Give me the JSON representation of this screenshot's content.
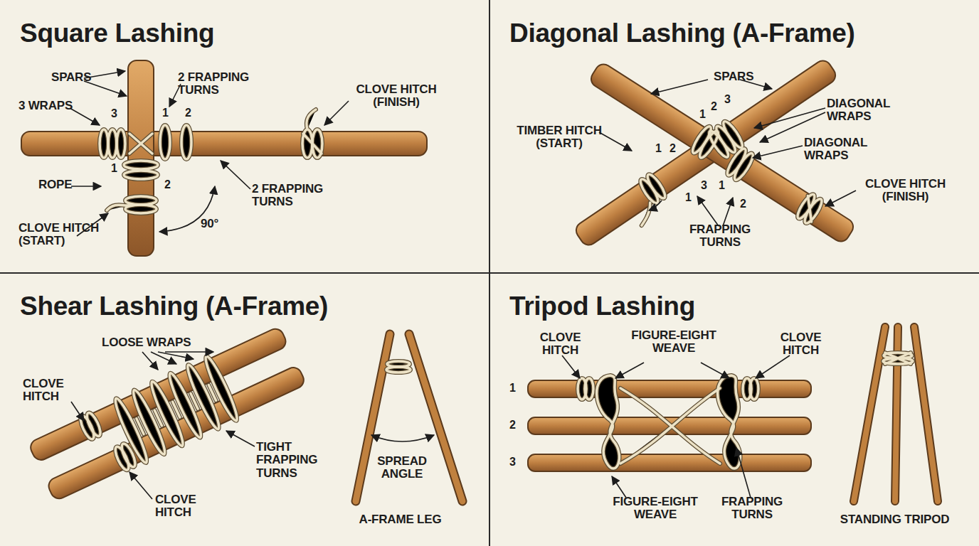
{
  "diagram": {
    "nodes": [
      {
        "text": [
          "Square Lashing"
        ]
      },
      {
        "text": [
          "Diagonal Lashing (A-Frame)"
        ]
      },
      {
        "text": [
          "Shear Lashing (A-Frame)"
        ]
      },
      {
        "text": [
          "Tripod Lashing"
        ]
      }
    ],
    "labels": [
      "SPARS",
      "2 FRAPPING TURNS",
      "3 WRAPS",
      "3",
      "1",
      "2",
      "CLOVE HITCH (FINISH)",
      "1",
      "ROPE",
      "2",
      "2 FRAPPING TURNS",
      "90°",
      "CLOVE HITCH (START)",
      "SPARS",
      "3",
      "2",
      "1",
      "DIAGONAL WRAPS",
      "DIAGONAL WRAPS",
      "TIMBER HITCH (START)",
      "1",
      "2",
      "CLOVE HITCH (FINISH)",
      "3",
      "1",
      "1",
      "2",
      "FRAPPING TURNS",
      "LOOSE WRAPS",
      "CLOVE HITCH",
      "TIGHT FRAPPING TURNS",
      "CLOVE HITCH",
      "SPREAD ANGLE",
      "A-FRAME LEG",
      "CLOVE HITCH",
      "FIGURE-EIGHT WEAVE",
      "CLOVE HITCH",
      "1",
      "2",
      "3",
      "FIGURE-EIGHT WEAVE",
      "FRAPPING TURNS",
      "STANDING TRIPOD"
    ]
  }
}
